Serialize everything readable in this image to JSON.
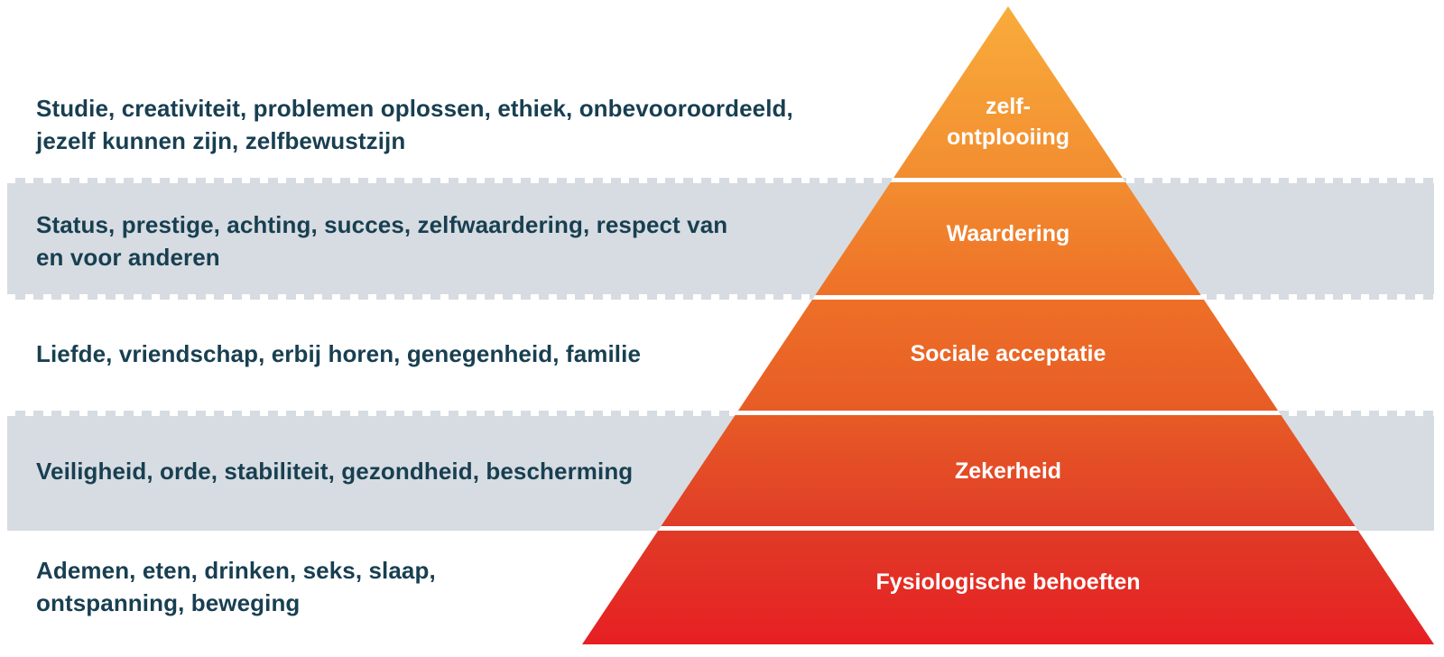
{
  "diagram": {
    "type": "pyramid-hierarchy",
    "subject": "Piramide van Maslow (hierarchy of needs, Dutch)",
    "levels": [
      {
        "rank": 1,
        "band_label": "zelf-\nontplooiing",
        "description": "Studie, creativiteit, problemen oplossen, ethiek, onbevooroordeeld,\njezelf kunnen zijn, zelfbewustzijn",
        "band_background": "#ffffff"
      },
      {
        "rank": 2,
        "band_label": "Waardering",
        "description": "Status, prestige, achting, succes, zelfwaardering, respect van\nen voor anderen",
        "band_background": "#d6dce1"
      },
      {
        "rank": 3,
        "band_label": "Sociale acceptatie",
        "description": "Liefde, vriendschap, erbij horen, genegenheid, familie",
        "band_background": "#ffffff"
      },
      {
        "rank": 4,
        "band_label": "Zekerheid",
        "description": "Veiligheid, orde, stabiliteit, gezondheid, bescherming",
        "band_background": "#d6dce1"
      },
      {
        "rank": 5,
        "band_label": "Fysiologische behoeften",
        "description": "Ademen, eten, drinken, seks, slaap,\nontspanning, beweging",
        "band_background": "#ffffff"
      }
    ],
    "colors": {
      "pyramid_gradient_top": "#f9ac3b",
      "pyramid_gradient_mid": "#ee7127",
      "pyramid_gradient_bottom": "#e71f23",
      "band_gray": "#d6dce1",
      "separator_line": "#ffffff",
      "description_text": "#183f51",
      "level_label_text": "#ffffff"
    }
  }
}
